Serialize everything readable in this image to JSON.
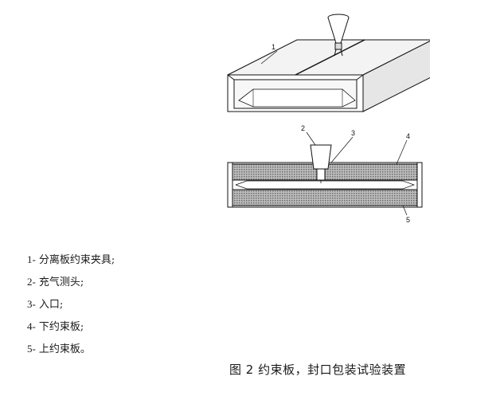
{
  "figure": {
    "callouts": {
      "c1": "1",
      "c2": "2",
      "c3": "3",
      "c4": "4",
      "c5": "5"
    }
  },
  "legend": {
    "items": [
      {
        "number": "1-",
        "text": "分离板约束夹具;"
      },
      {
        "number": "2-",
        "text": "充气测头;"
      },
      {
        "number": "3-",
        "text": "入口;"
      },
      {
        "number": "4-",
        "text": "下约束板;"
      },
      {
        "number": "5-",
        "text": "上约束板。"
      }
    ]
  },
  "caption": {
    "text": "图 2 约束板，封口包装试验装置"
  }
}
